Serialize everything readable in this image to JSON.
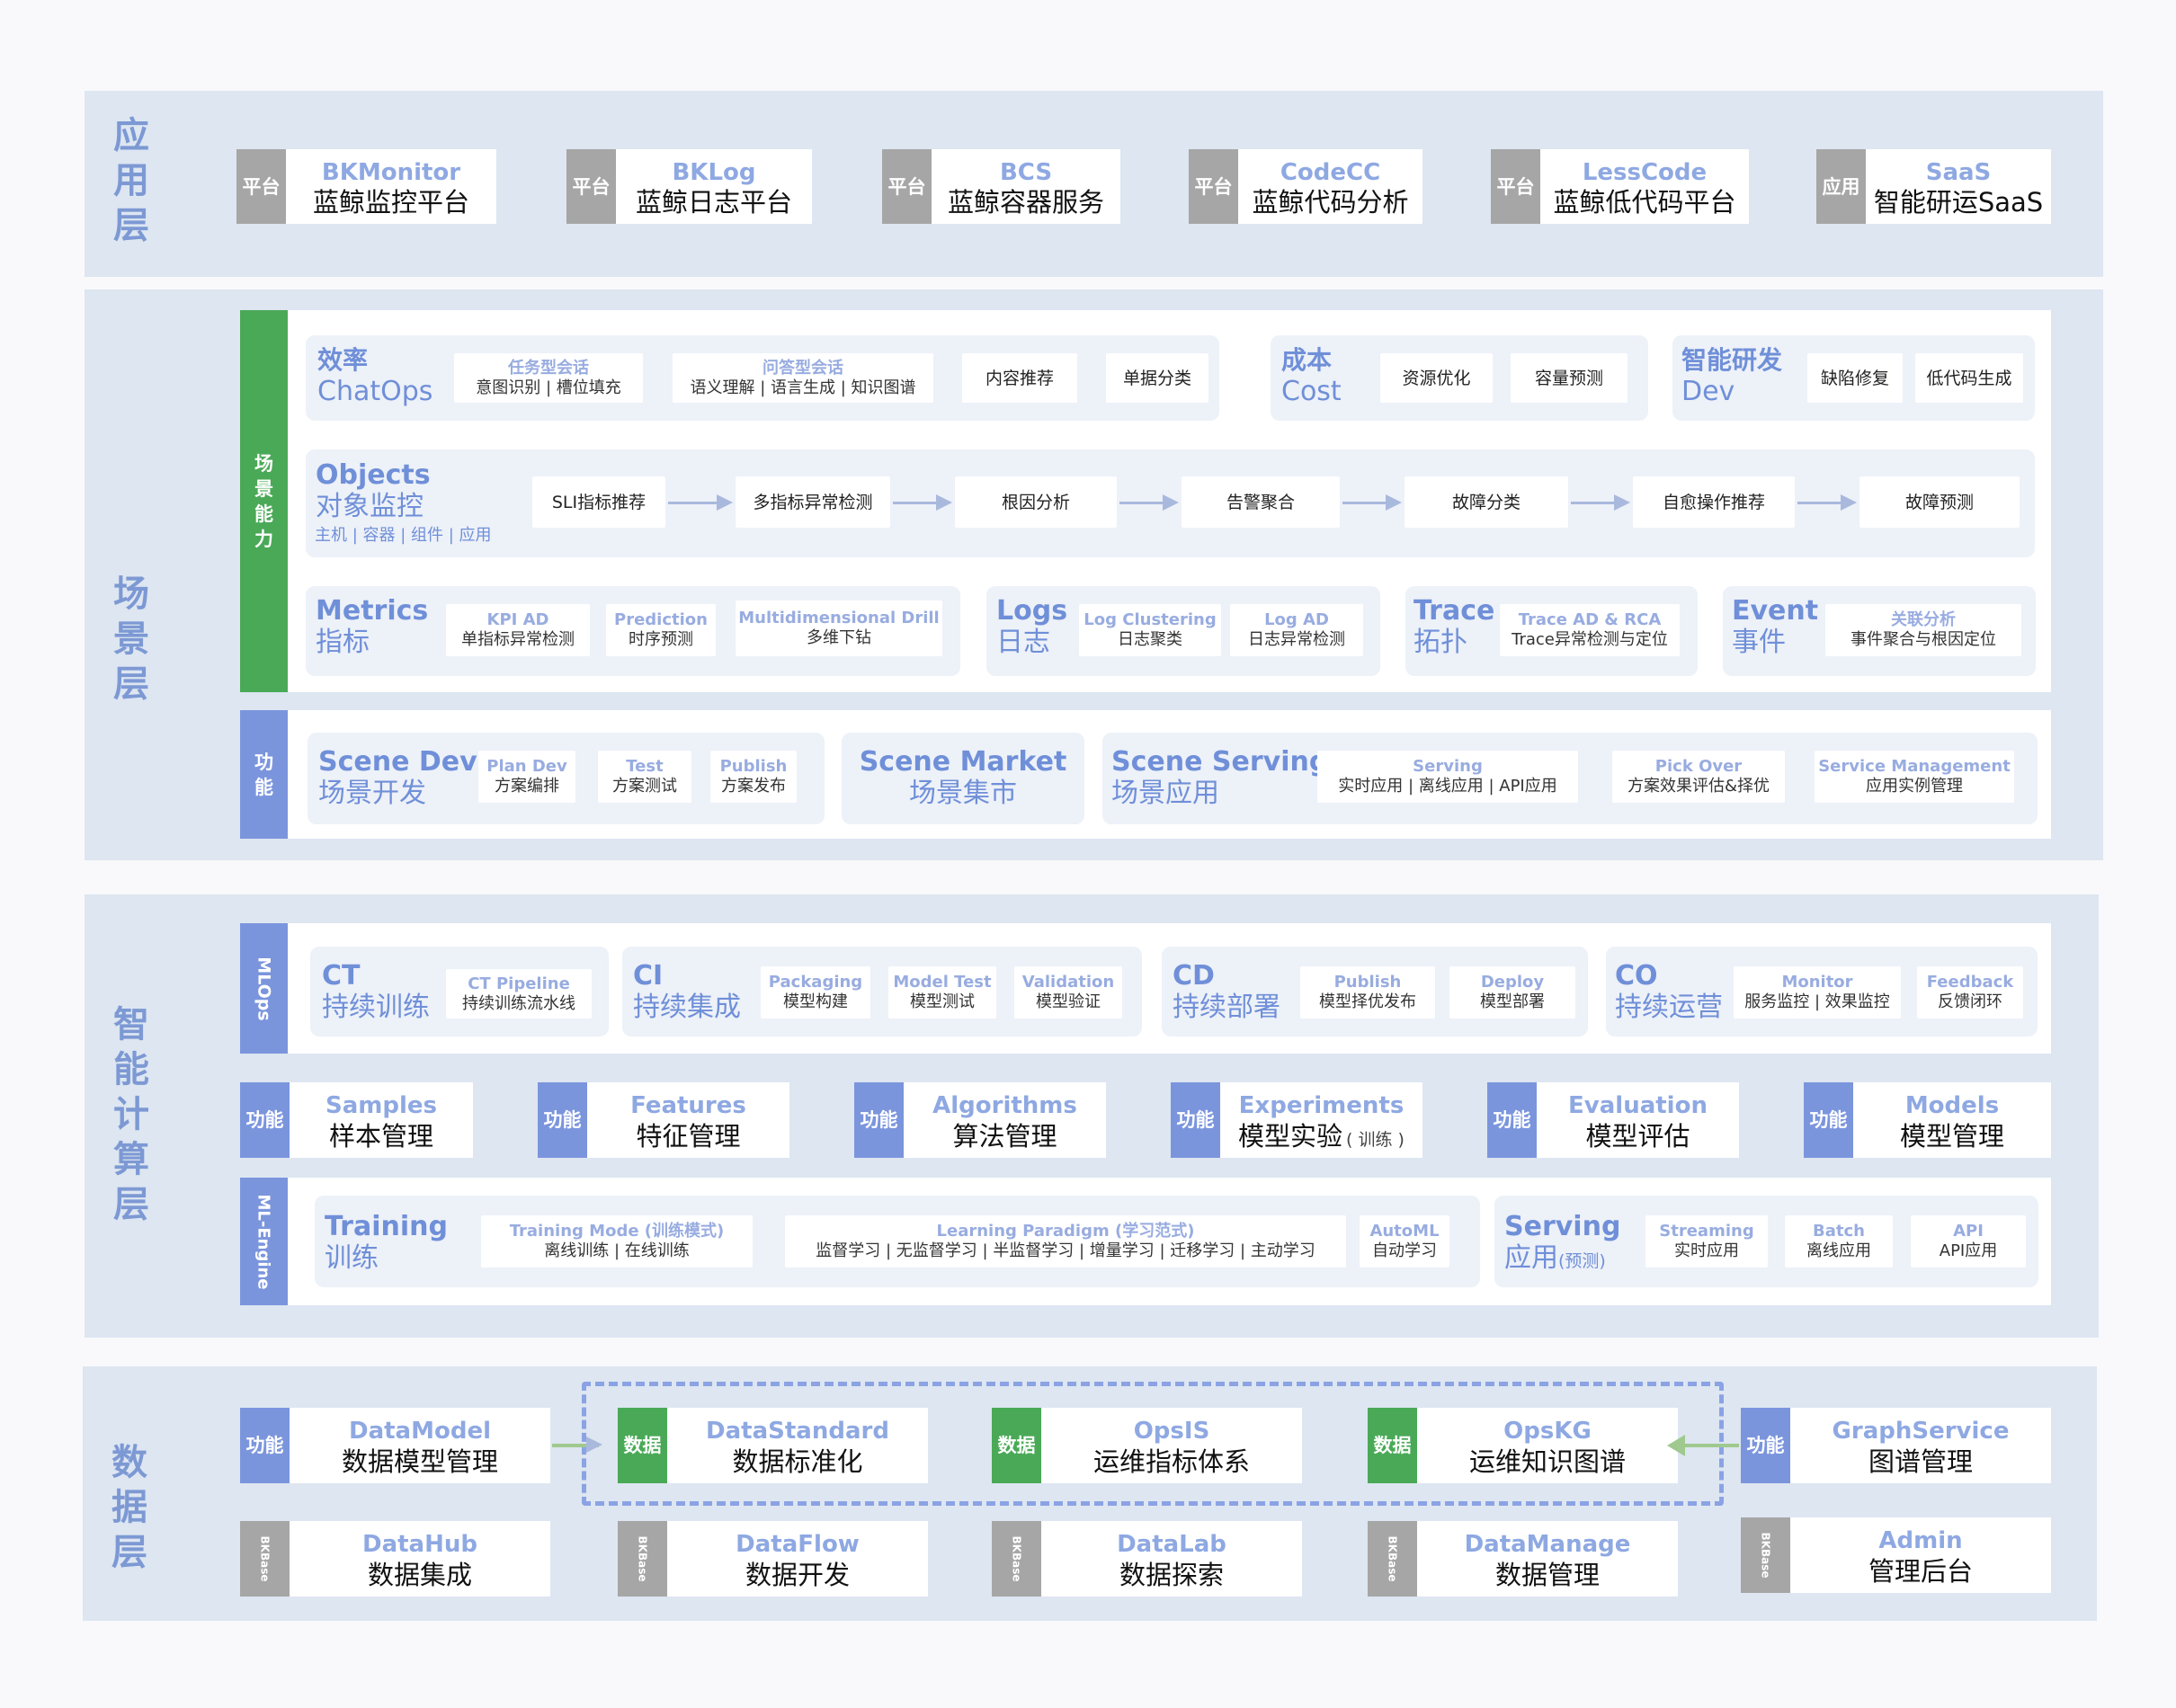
{
  "layers": {
    "app": "应用层",
    "scene": "场景层",
    "ai": "智能计算层",
    "data": "数据层"
  },
  "tags": {
    "platform": "平台",
    "app": "应用",
    "func": "功能",
    "data": "数据",
    "scene_ability": "场景能力",
    "mlops": "MLOps",
    "mlengine": "ML-Engine",
    "bkbase": "BKBase"
  },
  "apps": [
    {
      "en": "BKMonitor",
      "zh": "蓝鲸监控平台"
    },
    {
      "en": "BKLog",
      "zh": "蓝鲸日志平台"
    },
    {
      "en": "BCS",
      "zh": "蓝鲸容器服务"
    },
    {
      "en": "CodeCC",
      "zh": "蓝鲸代码分析"
    },
    {
      "en": "LessCode",
      "zh": "蓝鲸低代码平台"
    },
    {
      "en": "SaaS",
      "zh": "智能研运SaaS"
    }
  ],
  "scene": {
    "eff": {
      "t": "效率",
      "z": "ChatOps",
      "c": [
        {
          "t": "任务型会话",
          "s": "意图识别 | 槽位填充"
        },
        {
          "t": "问答型会话",
          "s": "语义理解 | 语言生成 | 知识图谱"
        },
        {
          "s": "内容推荐"
        },
        {
          "s": "单据分类"
        }
      ]
    },
    "cost": {
      "t": "成本",
      "z": "Cost",
      "c": [
        {
          "s": "资源优化"
        },
        {
          "s": "容量预测"
        }
      ]
    },
    "dev": {
      "t": "智能研发",
      "z": "Dev",
      "c": [
        {
          "s": "缺陷修复"
        },
        {
          "s": "低代码生成"
        }
      ]
    },
    "obj": {
      "t": "Objects",
      "z": "对象监控",
      "sm": "主机 | 容器 | 组件 | 应用",
      "steps": [
        "SLI指标推荐",
        "多指标异常检测",
        "根因分析",
        "告警聚合",
        "故障分类",
        "自愈操作推荐",
        "故障预测"
      ]
    },
    "metrics": {
      "t": "Metrics",
      "z": "指标",
      "c": [
        {
          "t": "KPI AD",
          "s": "单指标异常检测"
        },
        {
          "t": "Prediction",
          "s": "时序预测"
        },
        {
          "t": "Multidimensional Drill",
          "s": "多维下钻"
        }
      ]
    },
    "logs": {
      "t": "Logs",
      "z": "日志",
      "c": [
        {
          "t": "Log Clustering",
          "s": "日志聚类"
        },
        {
          "t": "Log AD",
          "s": "日志异常检测"
        }
      ]
    },
    "trace": {
      "t": "Trace",
      "z": "拓扑",
      "c": [
        {
          "t": "Trace AD & RCA",
          "s": "Trace异常检测与定位"
        }
      ]
    },
    "event": {
      "t": "Event",
      "z": "事件",
      "c": [
        {
          "t": "关联分析",
          "s": "事件聚合与根因定位"
        }
      ]
    },
    "sdev": {
      "t": "Scene Dev",
      "z": "场景开发",
      "c": [
        {
          "t": "Plan Dev",
          "s": "方案编排"
        },
        {
          "t": "Test",
          "s": "方案测试"
        },
        {
          "t": "Publish",
          "s": "方案发布"
        }
      ]
    },
    "smarket": {
      "t": "Scene Market",
      "z": "场景集市"
    },
    "sserving": {
      "t": "Scene Serving",
      "z": "场景应用",
      "c": [
        {
          "t": "Serving",
          "s": "实时应用 | 离线应用 | API应用"
        },
        {
          "t": "Pick Over",
          "s": "方案效果评估&择优"
        },
        {
          "t": "Service Management",
          "s": "应用实例管理"
        }
      ]
    }
  },
  "mlops": [
    {
      "t": "CT",
      "z": "持续训练",
      "c": [
        {
          "t": "CT Pipeline",
          "s": "持续训练流水线"
        }
      ]
    },
    {
      "t": "CI",
      "z": "持续集成",
      "c": [
        {
          "t": "Packaging",
          "s": "模型构建"
        },
        {
          "t": "Model Test",
          "s": "模型测试"
        },
        {
          "t": "Validation",
          "s": "模型验证"
        }
      ]
    },
    {
      "t": "CD",
      "z": "持续部署",
      "c": [
        {
          "t": "Publish",
          "s": "模型择优发布"
        },
        {
          "t": "Deploy",
          "s": "模型部署"
        }
      ]
    },
    {
      "t": "CO",
      "z": "持续运营",
      "c": [
        {
          "t": "Monitor",
          "s": "服务监控 | 效果监控"
        },
        {
          "t": "Feedback",
          "s": "反馈闭环"
        }
      ]
    }
  ],
  "funcs": [
    {
      "en": "Samples",
      "zh": "样本管理"
    },
    {
      "en": "Features",
      "zh": "特征管理"
    },
    {
      "en": "Algorithms",
      "zh": "算法管理"
    },
    {
      "en": "Experiments",
      "zh": "模型实验",
      "note": "( 训练 )"
    },
    {
      "en": "Evaluation",
      "zh": "模型评估"
    },
    {
      "en": "Models",
      "zh": "模型管理"
    }
  ],
  "engine": {
    "training": {
      "t": "Training",
      "z": "训练",
      "c": [
        {
          "t": "Training Mode (训练模式)",
          "s": "离线训练 | 在线训练"
        },
        {
          "t": "Learning Paradigm (学习范式)",
          "s": "监督学习 | 无监督学习 | 半监督学习 | 增量学习 | 迁移学习 | 主动学习"
        },
        {
          "t": "AutoML",
          "s": "自动学习"
        }
      ]
    },
    "serving": {
      "t": "Serving",
      "z": "应用",
      "note": "(预测)",
      "c": [
        {
          "t": "Streaming",
          "s": "实时应用"
        },
        {
          "t": "Batch",
          "s": "离线应用"
        },
        {
          "t": "API",
          "s": "API应用"
        }
      ]
    }
  },
  "data_row1": [
    {
      "en": "DataModel",
      "zh": "数据模型管理"
    },
    {
      "en": "DataStandard",
      "zh": "数据标准化"
    },
    {
      "en": "OpsIS",
      "zh": "运维指标体系"
    },
    {
      "en": "OpsKG",
      "zh": "运维知识图谱"
    },
    {
      "en": "GraphService",
      "zh": "图谱管理"
    }
  ],
  "data_row2": [
    {
      "en": "DataHub",
      "zh": "数据集成"
    },
    {
      "en": "DataFlow",
      "zh": "数据开发"
    },
    {
      "en": "DataLab",
      "zh": "数据探索"
    },
    {
      "en": "DataManage",
      "zh": "数据管理"
    },
    {
      "en": "Admin",
      "zh": "管理后台"
    }
  ],
  "colors": {
    "layer_bg": "#dde6f1",
    "blue": "#7b95dd",
    "green": "#4aa957",
    "gray": "#a6a6a6",
    "title_blue": "#6f8fd8"
  }
}
